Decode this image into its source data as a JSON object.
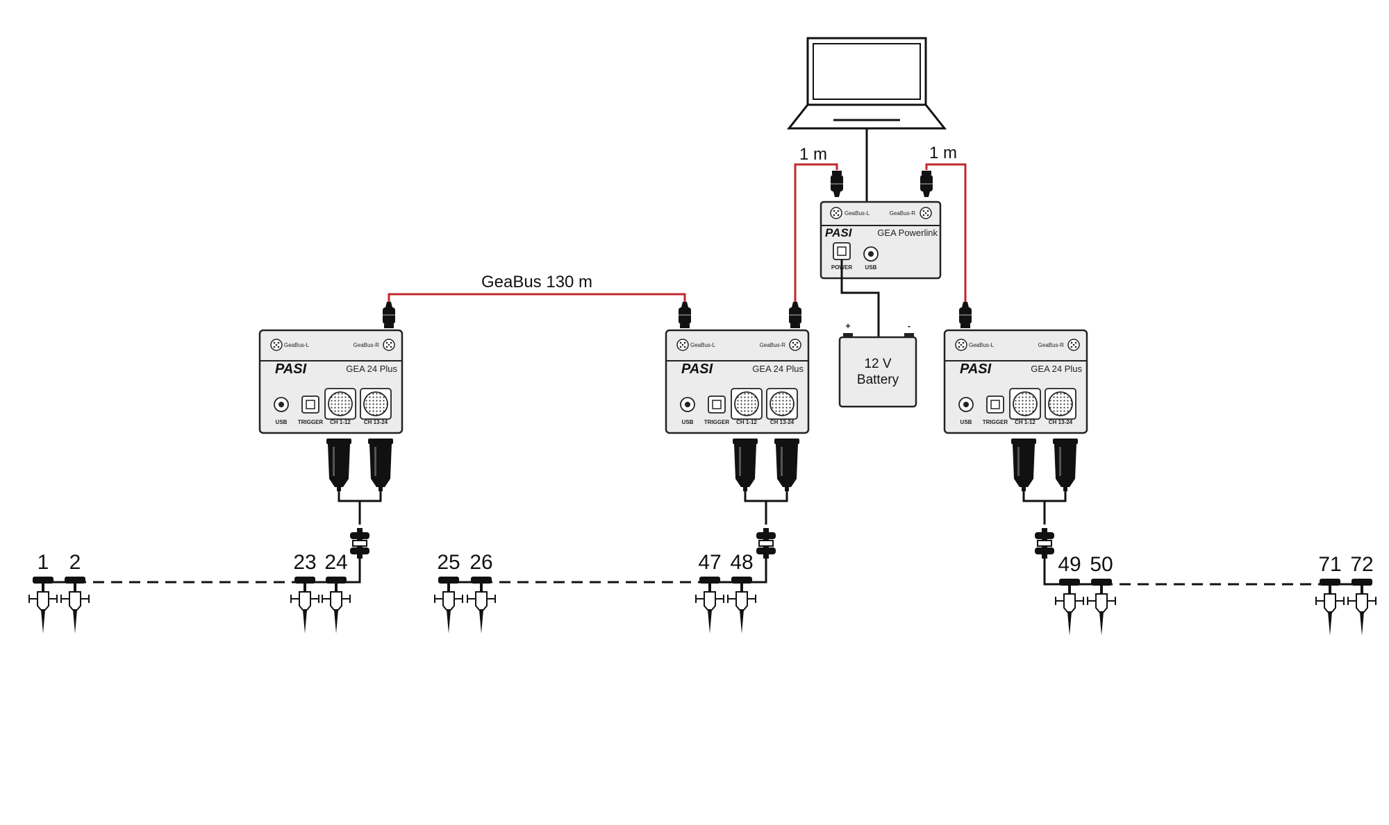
{
  "cables": {
    "geabus_length": "GeaBus 130 m",
    "left_link_length": "1 m",
    "right_link_length": "1 m"
  },
  "powerlink": {
    "brand": "PASI",
    "model": "GEA Powerlink",
    "port_left": "GeaBus-L",
    "port_right": "GeaBus-R",
    "power_label": "POWER",
    "usb_label": "USB"
  },
  "battery": {
    "voltage": "12 V",
    "label": "Battery",
    "plus": "+",
    "minus": "-"
  },
  "units": [
    {
      "brand": "PASI",
      "model": "GEA 24 Plus",
      "port_left": "GeaBus-L",
      "port_right": "GeaBus-R",
      "usb": "USB",
      "trigger": "TRIGGER",
      "ch_a": "CH 1-12",
      "ch_b": "CH 13-24",
      "electrodes": [
        "1",
        "2",
        "23",
        "24"
      ]
    },
    {
      "brand": "PASI",
      "model": "GEA 24 Plus",
      "port_left": "GeaBus-L",
      "port_right": "GeaBus-R",
      "usb": "USB",
      "trigger": "TRIGGER",
      "ch_a": "CH 1-12",
      "ch_b": "CH 13-24",
      "electrodes": [
        "25",
        "26",
        "47",
        "48"
      ]
    },
    {
      "brand": "PASI",
      "model": "GEA 24 Plus",
      "port_left": "GeaBus-L",
      "port_right": "GeaBus-R",
      "usb": "USB",
      "trigger": "TRIGGER",
      "ch_a": "CH 1-12",
      "ch_b": "CH 13-24",
      "electrodes": [
        "49",
        "50",
        "71",
        "72"
      ]
    }
  ],
  "colors": {
    "cable": "#c1272d",
    "device": "#ececec",
    "stroke": "#111111"
  }
}
